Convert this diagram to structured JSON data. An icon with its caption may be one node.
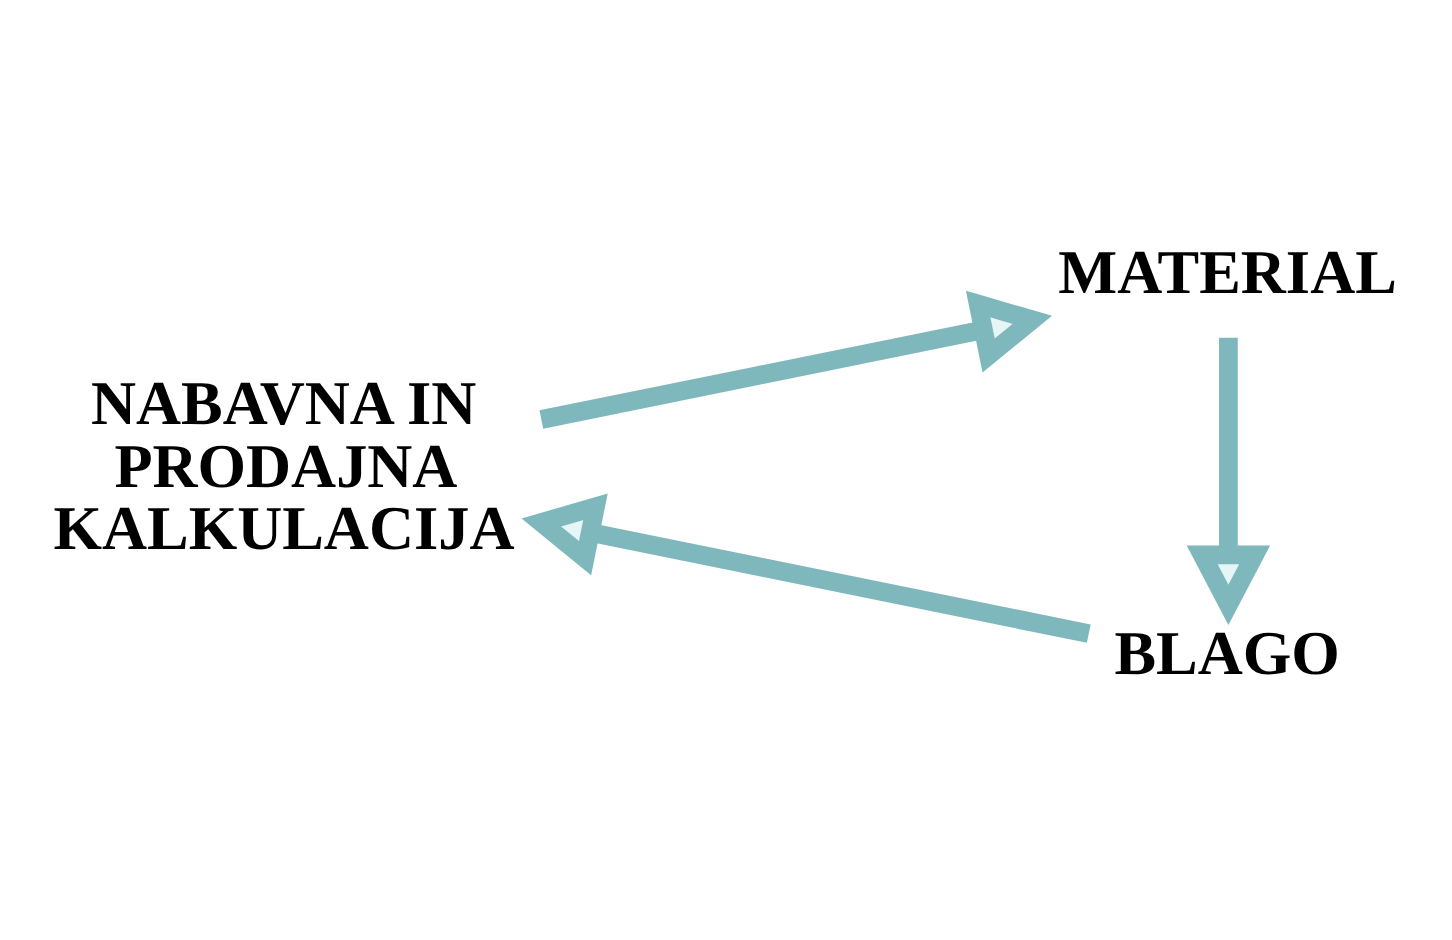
{
  "diagram": {
    "nodes": [
      {
        "text": [
          "NABAVNA IN PRODAJNA KALKULACIJA"
        ]
      },
      {
        "text": [
          "MATERIAL"
        ]
      },
      {
        "text": [
          "BLAGO"
        ]
      }
    ],
    "edges": [
      {
        "from": 0,
        "to": 1,
        "arrow": "to"
      },
      {
        "from": 1,
        "to": 2,
        "arrow": "to"
      },
      {
        "from": 2,
        "to": 0,
        "arrow": "to"
      }
    ]
  }
}
